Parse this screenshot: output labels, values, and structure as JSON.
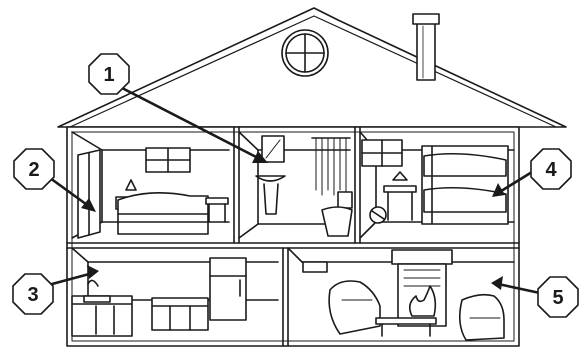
{
  "diagram": {
    "callouts": [
      {
        "label": "1",
        "room": "bathroom"
      },
      {
        "label": "2",
        "room": "bedroom"
      },
      {
        "label": "3",
        "room": "kitchen"
      },
      {
        "label": "4",
        "room": "kids-bedroom"
      },
      {
        "label": "5",
        "room": "living-room"
      }
    ],
    "colors": {
      "ink": "#1a1a1a",
      "paper": "#ffffff",
      "wall_shade": "#f4f4f4"
    }
  }
}
